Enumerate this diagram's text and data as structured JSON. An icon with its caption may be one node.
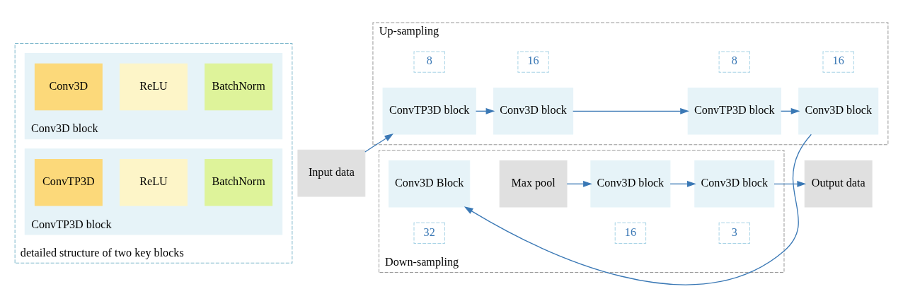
{
  "diagram": {
    "nodes": [
      {
        "text": [
          "detailed structure of two key blocks"
        ]
      },
      {
        "text": [
          "Conv3D block"
        ],
        "in": 0
      },
      {
        "text": [
          "Conv3D"
        ],
        "in": 1
      },
      {
        "text": [
          "ReLU"
        ],
        "in": 1
      },
      {
        "text": [
          "BatchNorm"
        ],
        "in": 1
      },
      {
        "text": [
          "ConvTP3D block"
        ],
        "in": 0
      },
      {
        "text": [
          "ConvTP3D"
        ],
        "in": 5
      },
      {
        "text": [
          "ReLU"
        ],
        "in": 5
      },
      {
        "text": [
          "BatchNorm"
        ],
        "in": 5
      },
      {
        "text": [
          "Input data"
        ]
      },
      {
        "text": [
          "Up-sampling"
        ]
      },
      {
        "text": [
          "8"
        ],
        "in": 10
      },
      {
        "text": [
          "16"
        ],
        "in": 10
      },
      {
        "text": [
          "8"
        ],
        "in": 10
      },
      {
        "text": [
          "16"
        ],
        "in": 10
      },
      {
        "text": [
          "ConvTP3D block"
        ],
        "in": 10
      },
      {
        "text": [
          "Conv3D block"
        ],
        "in": 10
      },
      {
        "text": [
          "ConvTP3D block"
        ],
        "in": 10
      },
      {
        "text": [
          "Conv3D block"
        ],
        "in": 10
      },
      {
        "text": [
          "Down-sampling"
        ]
      },
      {
        "text": [
          "Conv3D Block"
        ],
        "in": 19
      },
      {
        "text": [
          "Max pool"
        ],
        "in": 19
      },
      {
        "text": [
          "Conv3D block"
        ],
        "in": 19
      },
      {
        "text": [
          "Conv3D block"
        ],
        "in": 19
      },
      {
        "text": [
          "32"
        ],
        "in": 19
      },
      {
        "text": [
          "16"
        ],
        "in": 19
      },
      {
        "text": [
          "3"
        ],
        "in": 19
      },
      {
        "text": [
          "Output data"
        ]
      }
    ],
    "edges": [
      {
        "from": 9,
        "to": 15,
        "arrow": "to"
      },
      {
        "from": 15,
        "to": 16,
        "arrow": "to"
      },
      {
        "from": 16,
        "to": 17,
        "arrow": "to"
      },
      {
        "from": 17,
        "to": 18,
        "arrow": "to"
      },
      {
        "from": 18,
        "to": 20,
        "arrow": "to"
      },
      {
        "from": 21,
        "to": 22,
        "arrow": "to"
      },
      {
        "from": 22,
        "to": 23,
        "arrow": "to"
      },
      {
        "from": 23,
        "to": 27,
        "arrow": "to"
      }
    ]
  }
}
